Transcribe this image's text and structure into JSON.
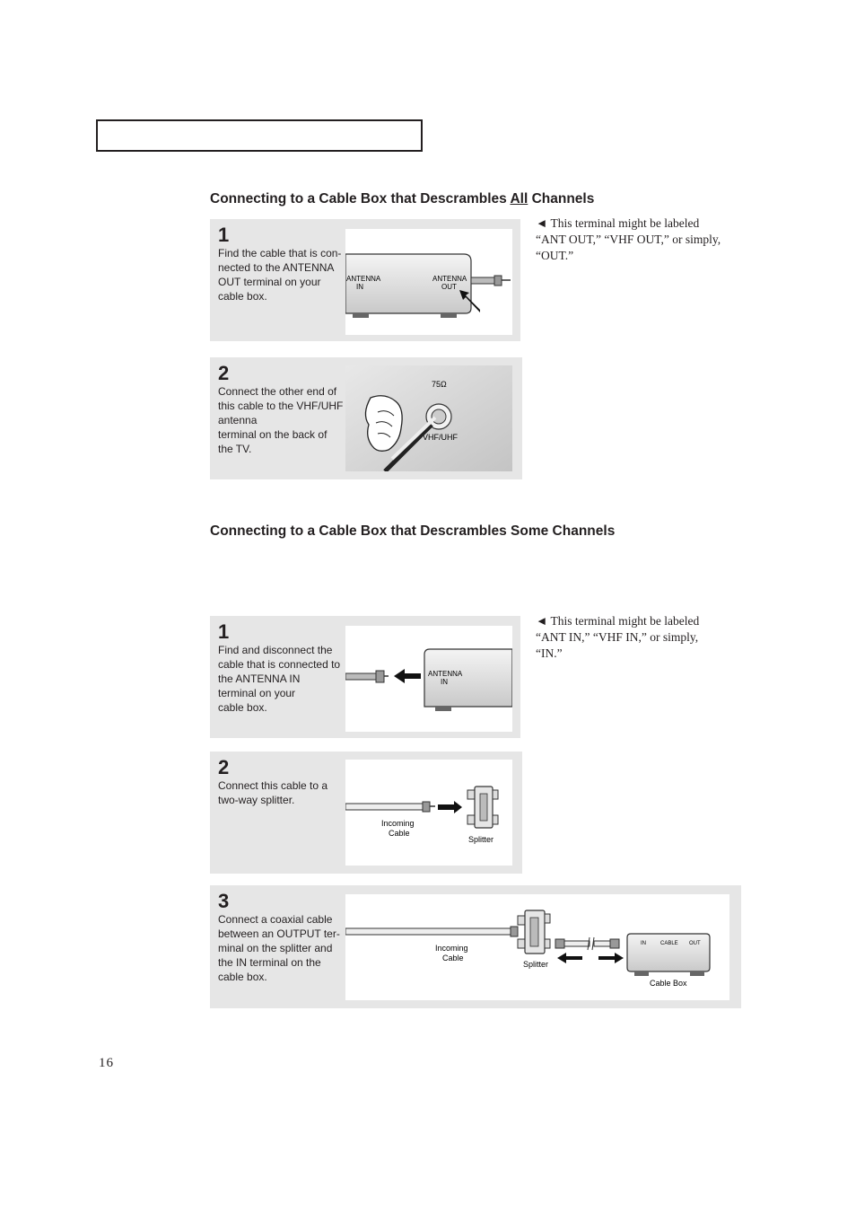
{
  "page_number": "16",
  "section_all": {
    "title_before": "Connecting to a Cable Box that Descrambles ",
    "title_underlined": "All",
    "title_after": " Channels",
    "note": "◄   This terminal might be labeled\n“ANT OUT,” “VHF OUT,” or simply,\n“OUT.”",
    "steps": [
      {
        "number": "1",
        "text": "Find the cable that is con-\nnected to the ANTENNA\nOUT terminal on your\ncable box.",
        "labels": {
          "antenna_in": [
            "ANTENNA",
            "IN"
          ],
          "antenna_out": [
            "ANTENNA",
            "OUT"
          ]
        }
      },
      {
        "number": "2",
        "text": "Connect the other end of\nthis cable to the VHF/UHF\nantenna\nterminal on the back of\nthe TV.",
        "labels": {
          "ohm": "75Ω",
          "vhf": "VHF/UHF"
        }
      }
    ]
  },
  "section_some": {
    "title": "Connecting to a Cable Box that Descrambles Some Channels",
    "note": "◄   This terminal might be labeled\n“ANT IN,” “VHF IN,” or simply,\n“IN.”",
    "steps": [
      {
        "number": "1",
        "text": "Find and disconnect the\ncable that is connected to\nthe ANTENNA IN\nterminal on your\ncable box.",
        "labels": {
          "antenna_in": [
            "ANTENNA",
            "IN"
          ]
        }
      },
      {
        "number": "2",
        "text": "Connect this cable to a\ntwo-way splitter.",
        "labels": {
          "incoming": [
            "Incoming",
            "Cable"
          ],
          "splitter": "Splitter"
        }
      },
      {
        "number": "3",
        "text": "Connect a coaxial cable\nbetween an OUTPUT ter-\nminal on the splitter and\nthe IN terminal on the\ncable box.",
        "labels": {
          "incoming": [
            "Incoming",
            "Cable"
          ],
          "splitter": "Splitter",
          "box_in": "IN",
          "box_cable": "CABLE",
          "box_out": "OUT",
          "cable_box": "Cable Box"
        }
      }
    ]
  }
}
